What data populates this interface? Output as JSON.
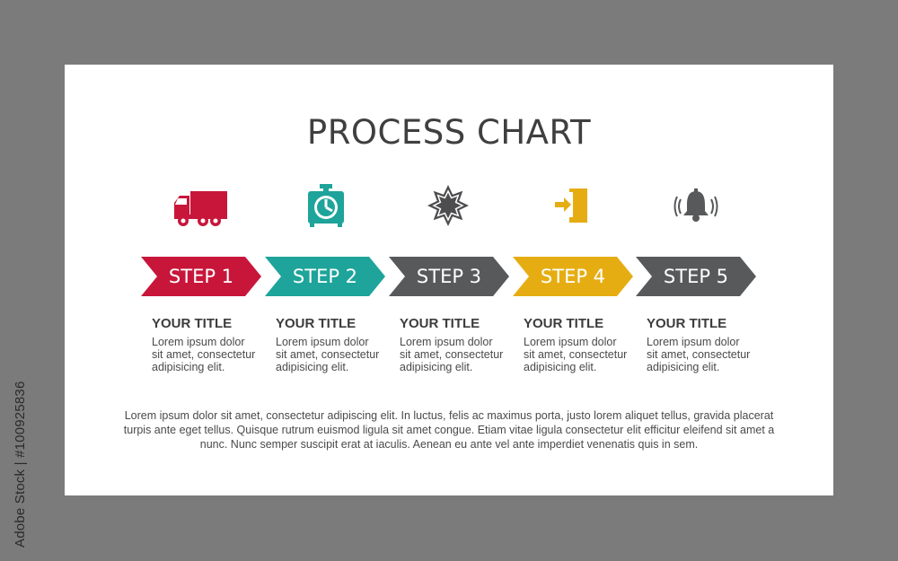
{
  "side_credit": "Adobe Stock | #100925836",
  "title": "PROCESS CHART",
  "colors": {
    "step1": "#c8163b",
    "step2": "#1ea49a",
    "step3": "#58595b",
    "step4": "#e6ad13",
    "step5": "#58595b"
  },
  "steps": [
    {
      "label": "STEP 1",
      "icon": "truck-icon",
      "title": "YOUR TITLE",
      "body": "Lorem ipsum dolor\nsit amet, consectetur\nadipisicing elit."
    },
    {
      "label": "STEP 2",
      "icon": "alarm-clock-icon",
      "title": "YOUR TITLE",
      "body": "Lorem ipsum dolor\nsit amet, consectetur\nadipisicing elit."
    },
    {
      "label": "STEP 3",
      "icon": "starburst-badge-icon",
      "title": "YOUR TITLE",
      "body": "Lorem ipsum dolor\nsit amet, consectetur\nadipisicing elit."
    },
    {
      "label": "STEP 4",
      "icon": "door-exit-icon",
      "title": "YOUR TITLE",
      "body": "Lorem ipsum dolor\nsit amet, consectetur\nadipisicing elit."
    },
    {
      "label": "STEP 5",
      "icon": "bell-ringing-icon",
      "title": "YOUR TITLE",
      "body": "Lorem ipsum dolor\nsit amet, consectetur\nadipisicing elit."
    }
  ],
  "paragraph": "Lorem ipsum dolor sit amet, consectetur adipiscing elit. In luctus, felis ac maximus porta, justo lorem aliquet tellus, gravida placerat turpis ante eget tellus. Quisque rutrum euismod ligula sit amet congue. Etiam vitae ligula consectetur elit efficitur eleifend sit amet a nunc. Nunc semper suscipit erat at iaculis. Aenean eu ante vel ante imperdiet venenatis quis in sem."
}
